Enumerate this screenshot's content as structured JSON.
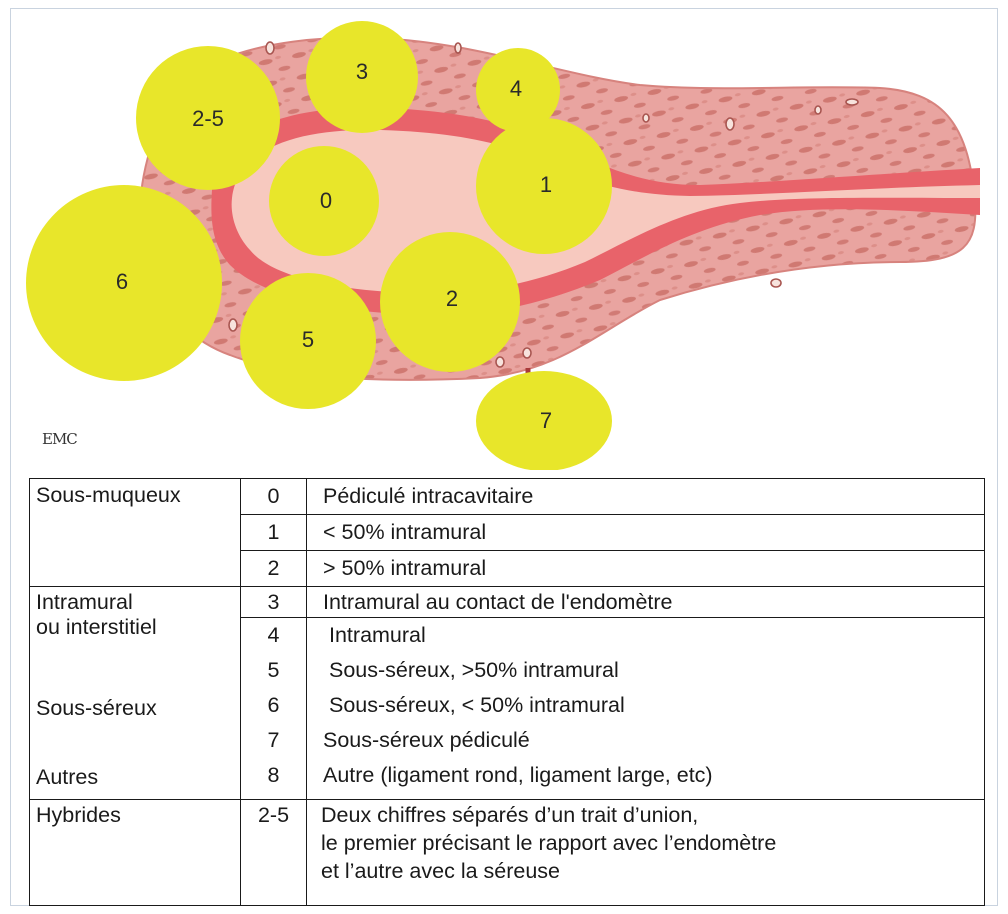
{
  "diagram": {
    "logo_text": "EMC",
    "fibroid_labels": {
      "type_0": "0",
      "type_1": "1",
      "type_2": "2",
      "type_3": "3",
      "type_4": "4",
      "type_5": "5",
      "type_6": "6",
      "type_7": "7",
      "type_2_5": "2-5"
    },
    "colors": {
      "fibroid": "#e8e62a",
      "myometrium": "#e9a4a0",
      "myometrium_dark": "#d7837e",
      "endometrium": "#e8636a",
      "cavity": "#f7c9bf",
      "muscle_fiber": "#c86a62"
    }
  },
  "table": {
    "rows": [
      {
        "category": "Sous-muqueux",
        "code": "0",
        "description": "Pédiculé intracavitaire"
      },
      {
        "category": "",
        "code": "1",
        "description": "< 50% intramural"
      },
      {
        "category": "",
        "code": "2",
        "description": "> 50% intramural"
      },
      {
        "category": "Intramural",
        "code": "3",
        "description": "Intramural au contact de l'endomètre"
      },
      {
        "category": "ou interstitiel",
        "code": "4",
        "description": "Intramural"
      },
      {
        "category": "",
        "code": "5",
        "description": "Sous-séreux,  >50% intramural"
      },
      {
        "category": "Sous-séreux",
        "code": "6",
        "description": "Sous-séreux, < 50% intramural"
      },
      {
        "category": "",
        "code": "7",
        "description": "Sous-séreux pédiculé"
      },
      {
        "category": "Autres",
        "code": "8",
        "description": "Autre (ligament rond, ligament large, etc)"
      },
      {
        "category": "Hybrides",
        "code": "2-5",
        "description_lines": [
          "Deux chiffres séparés d’un trait d’union,",
          "le premier précisant le rapport avec l’endomètre",
          "et l’autre avec la séreuse"
        ]
      }
    ]
  }
}
